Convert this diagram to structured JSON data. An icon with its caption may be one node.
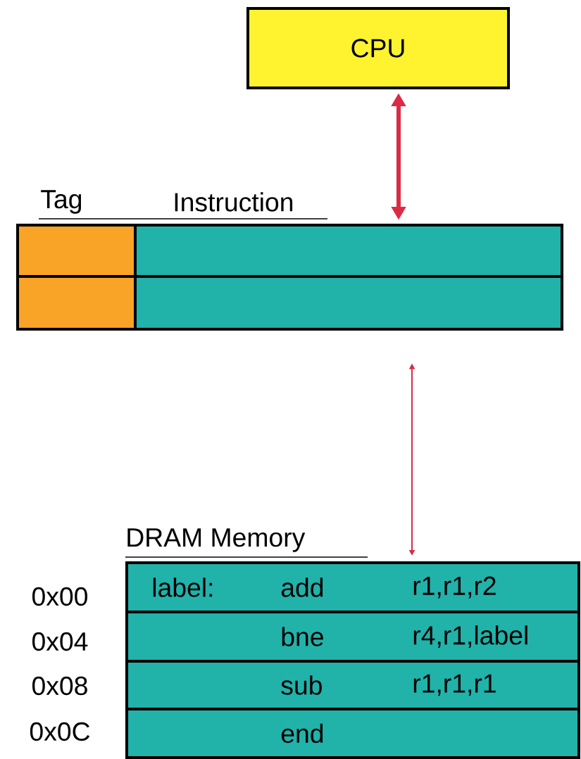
{
  "diagram": {
    "nodes": [
      {
        "text": [
          "CPU"
        ]
      },
      {
        "text": [],
        "shape": "box"
      },
      {
        "text": [],
        "shape": "box"
      },
      {
        "text": [],
        "shape": "box"
      },
      {
        "text": [],
        "shape": "box"
      },
      {
        "text": [
          "label:",
          "add",
          "r1,r1,r2"
        ]
      },
      {
        "text": [
          "bne",
          "r4,r1,label"
        ]
      },
      {
        "text": [
          "sub",
          "r1,r1,r1"
        ]
      },
      {
        "text": [
          "end"
        ]
      }
    ],
    "edges": [
      {
        "from": 0,
        "to": 2,
        "arrow": "both",
        "style": "thick"
      },
      {
        "from": 4,
        "to": 5,
        "arrow": "both"
      }
    ],
    "labels": [
      "Tag",
      "Instruction",
      "DRAM Memory",
      "0x00",
      "0x04",
      "0x08",
      "0x0C"
    ]
  }
}
